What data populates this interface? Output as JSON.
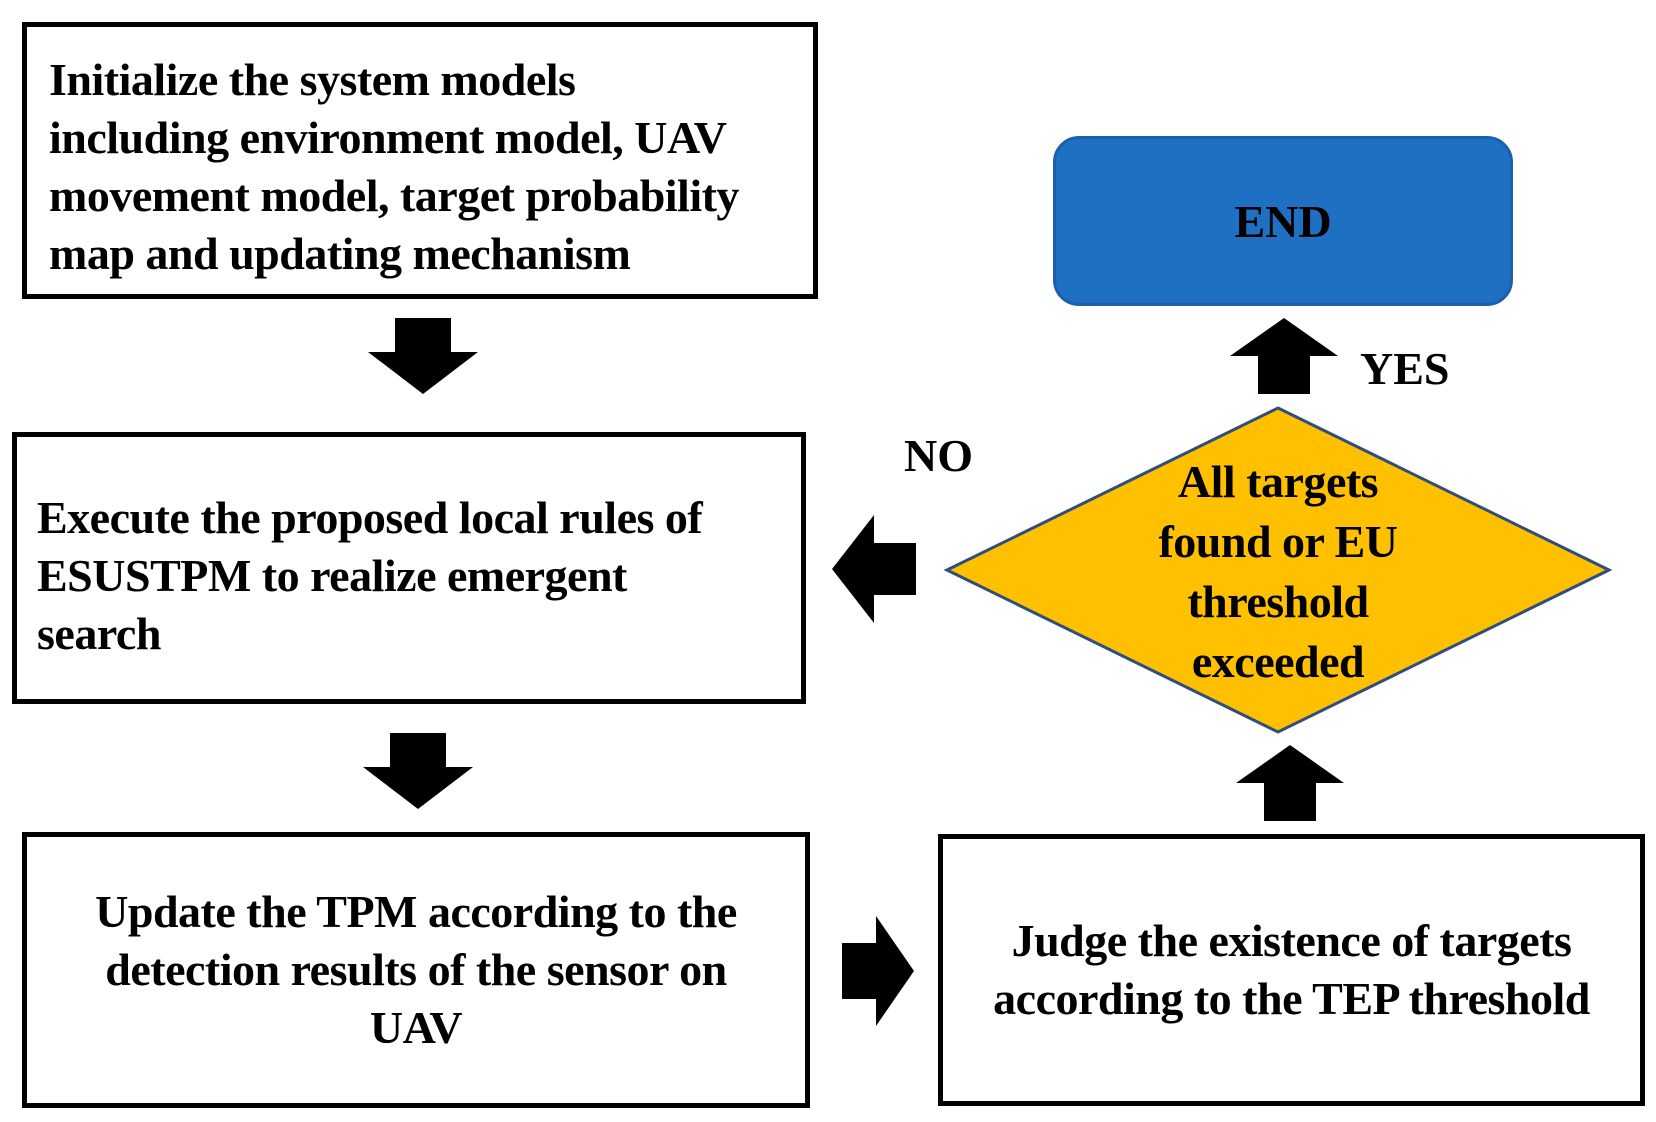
{
  "init_box": {
    "lines": [
      "Initialize the system models",
      "including environment model, UAV",
      "movement model,  target probability",
      "map and updating mechanism"
    ]
  },
  "exec_box": {
    "lines": [
      "Execute the proposed local rules of",
      "ESUSTPM to realize emergent",
      "search"
    ]
  },
  "update_box": {
    "lines": [
      "Update the TPM according to the",
      "detection results of the sensor on",
      "UAV"
    ]
  },
  "judge_box": {
    "lines": [
      "Judge the existence of targets",
      "according to the TEP threshold"
    ]
  },
  "decision": {
    "lines": [
      "All targets",
      "found  or EU",
      "threshold",
      "exceeded"
    ]
  },
  "end_box": {
    "label": "END"
  },
  "yes_label": "YES",
  "no_label": "NO",
  "colors": {
    "end_fill": "#1f6fc3",
    "decision_fill": "#ffc000",
    "arrow": "#000000"
  }
}
